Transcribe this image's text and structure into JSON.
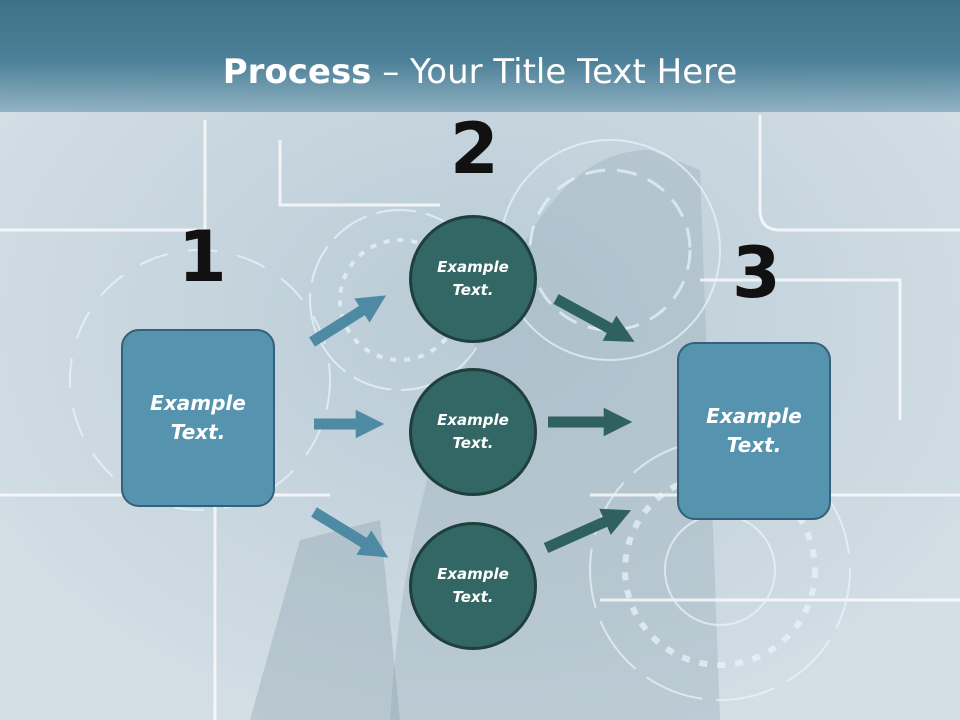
{
  "slide": {
    "title_bold": "Process",
    "title_rest": " – Your Title Text Here"
  },
  "steps": {
    "step1": {
      "number": "1",
      "text": "Example Text."
    },
    "step2": {
      "number": "2",
      "items": [
        {
          "text": "Example Text."
        },
        {
          "text": "Example Text."
        },
        {
          "text": "Example Text."
        }
      ]
    },
    "step3": {
      "number": "3",
      "text": "Example Text."
    }
  },
  "colors": {
    "header": "#4d8199",
    "box_fill": "#5593ae",
    "circle_fill": "#326765",
    "arrow_in": "#4f8aa5",
    "arrow_out": "#2e6160"
  }
}
